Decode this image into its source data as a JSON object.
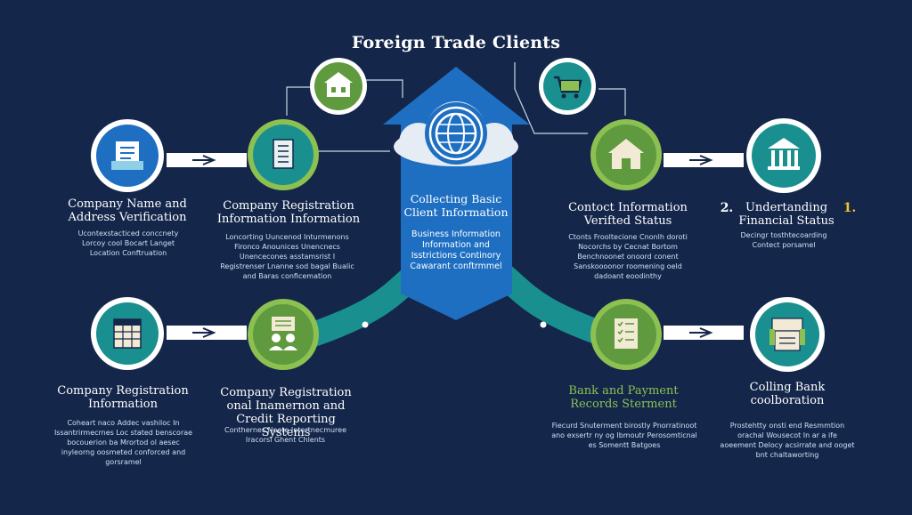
{
  "title": "Foreign Trade Clients",
  "center": {
    "heading": "Collecting Basic Client Information",
    "body": "Business Information Information and Isstrictions Continory Cawarant conftrmmel"
  },
  "nodes": {
    "tl_outer": {
      "heading": "Company Name and Address Verification",
      "body": "Ucontexstacticed conccnety Lorcoy cool Bocart Langet Location Conftruation"
    },
    "tl_inner": {
      "heading": "Company Registration Information Information",
      "body": "Loncorting Uuncenod Inturmenons Fironco Anounices Unencnecs Unencecones asstamsrist I Registrenser Lnanne sod bagal Bualic and Baras conficemation"
    },
    "bl_outer": {
      "heading": "Company Registration Information",
      "body": "Coheart naco Addec vashiloc In Issantrirmecrnes Loc stated benscorae bocouerion ba Mrortod ol aesec inyleorng oosmeted conforced and gorsramel"
    },
    "bl_inner": {
      "heading": "Company Registration onal Inamernon and Credit Reporting Systems",
      "body": "Conthernes Noote Intertnecmuree Iracorsl Ghent Chlents"
    },
    "tr_inner": {
      "heading": "Contoct Information Verifted Status",
      "body": "Ctonts Frooltecione Cnonlh doroti Nocorchs by Cecnat Bortom Benchnoonet onoord conent Sanskoooonor roomening oeld dadoant eoodinthy"
    },
    "tr_outer": {
      "number_left": "2.",
      "heading": "Undertanding Financial Status",
      "number_right": "1.",
      "body": "Decingr tosthtecoarding Contect porsamel"
    },
    "br_inner": {
      "heading": "Bank and Payment Records Sterment",
      "body": "Fiecurd Snuterment birostly Pnorratinoot ano exsertr ny og Ibmoutr Perosomticnal es Somentt Batgoes"
    },
    "br_outer": {
      "heading": "Colling Bank coolboration",
      "body": "Prostehtty onsti end Resmmtion orachal Wousecot In ar a ife aoeement Delocy acsirrate and ooget bnt chaltaworting"
    }
  },
  "colors": {
    "background": "#14264a",
    "blue": "#1e6fc2",
    "teal": "#1a8f8f",
    "green": "#5f9a3e",
    "accent_green": "#8cc152",
    "accent_gold": "#f2c230"
  },
  "icons": {
    "tl_outer": "document-icon",
    "tl_inner": "registry-file-icon",
    "top_left": "building-icon",
    "center": "globe-icon",
    "top_right": "shopping-cart-icon",
    "tr_inner": "warehouse-icon",
    "tr_outer": "bank-icon",
    "bl_outer": "spreadsheet-icon",
    "bl_inner": "people-icon",
    "br_inner": "checklist-icon",
    "br_outer": "bank-register-icon"
  }
}
